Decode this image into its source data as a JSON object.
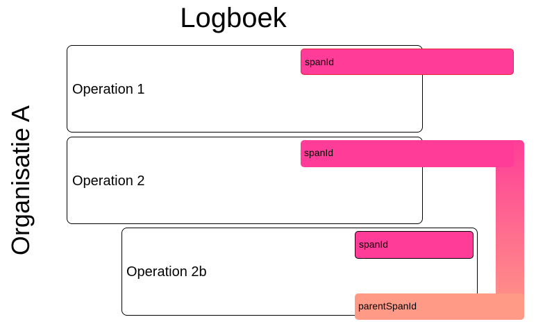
{
  "title": "Logboek",
  "side_label": "Organisatie A",
  "colors": {
    "span_fill": "#ff3d98",
    "parent_fill": "#ff9a86",
    "span_border_top": "#e8263c",
    "box_border": "#000000"
  },
  "operations": [
    {
      "label": "Operation 1",
      "span_label": "spanId"
    },
    {
      "label": "Operation 2",
      "span_label": "spanId"
    },
    {
      "label": "Operation 2b",
      "span_label": "spanId",
      "parent_label": "parentSpanId"
    }
  ]
}
